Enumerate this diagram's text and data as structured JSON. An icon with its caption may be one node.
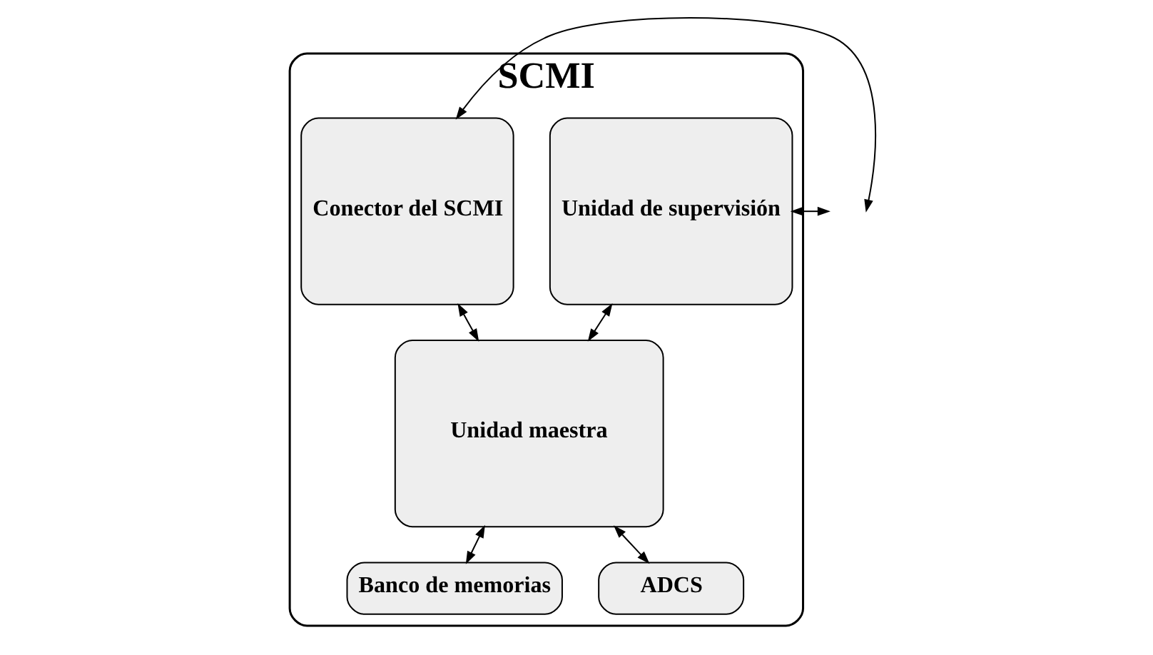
{
  "diagram": {
    "nodes": [
      {
        "text": [
          "SCMI"
        ]
      },
      {
        "text": [
          "Unidad de supervisión"
        ],
        "in": 0
      },
      {
        "text": [
          "Unidad maestra"
        ],
        "in": 0
      },
      {
        "text": [
          "Conector del SCMI"
        ],
        "in": 0
      },
      {
        "text": [
          "Banco de memorias"
        ],
        "in": 0
      },
      {
        "text": [
          "ADCS"
        ],
        "in": 0
      }
    ],
    "edges": [
      {
        "from": null,
        "to": 1,
        "arrow": "both"
      },
      {
        "from": 1,
        "to": 2,
        "arrow": "both"
      },
      {
        "from": 2,
        "to": 3,
        "arrow": "both"
      },
      {
        "from": 3,
        "to": null,
        "arrow": "both"
      },
      {
        "from": 2,
        "to": 4,
        "arrow": "both"
      },
      {
        "from": 2,
        "to": 5,
        "arrow": "both"
      }
    ]
  }
}
